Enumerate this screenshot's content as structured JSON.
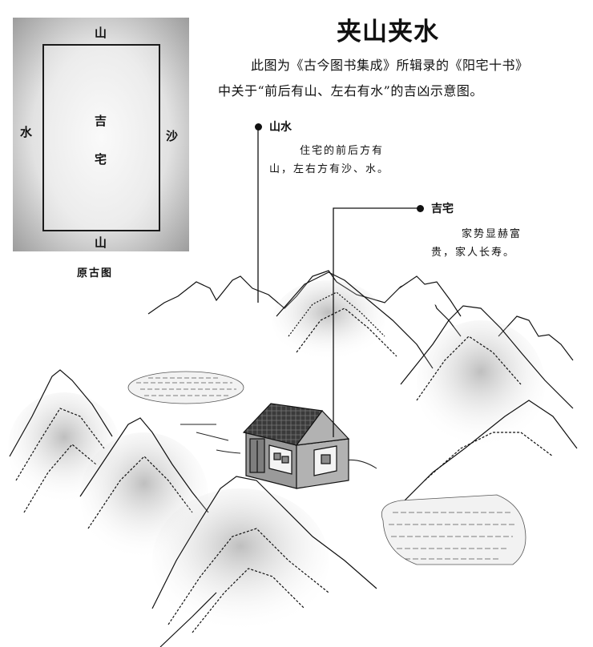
{
  "title": "夹山夹水",
  "description": {
    "line1": "此图为《古今图书集成》所辑录的《阳宅十书》",
    "line2": "中关于“前后有山、左右有水”的吉凶示意图。"
  },
  "original_diagram": {
    "caption": "原古图",
    "top_label": "山",
    "bottom_label": "山",
    "left_label": "水",
    "right_label": "沙",
    "center_label_1": "吉",
    "center_label_2": "宅"
  },
  "callouts": [
    {
      "title": "山水",
      "text_line1": "住宅的前后方有",
      "text_line2": "山，左右方有沙、水。"
    },
    {
      "title": "吉宅",
      "text_line1": "家势显赫富",
      "text_line2": "贵，家人长寿。"
    }
  ]
}
